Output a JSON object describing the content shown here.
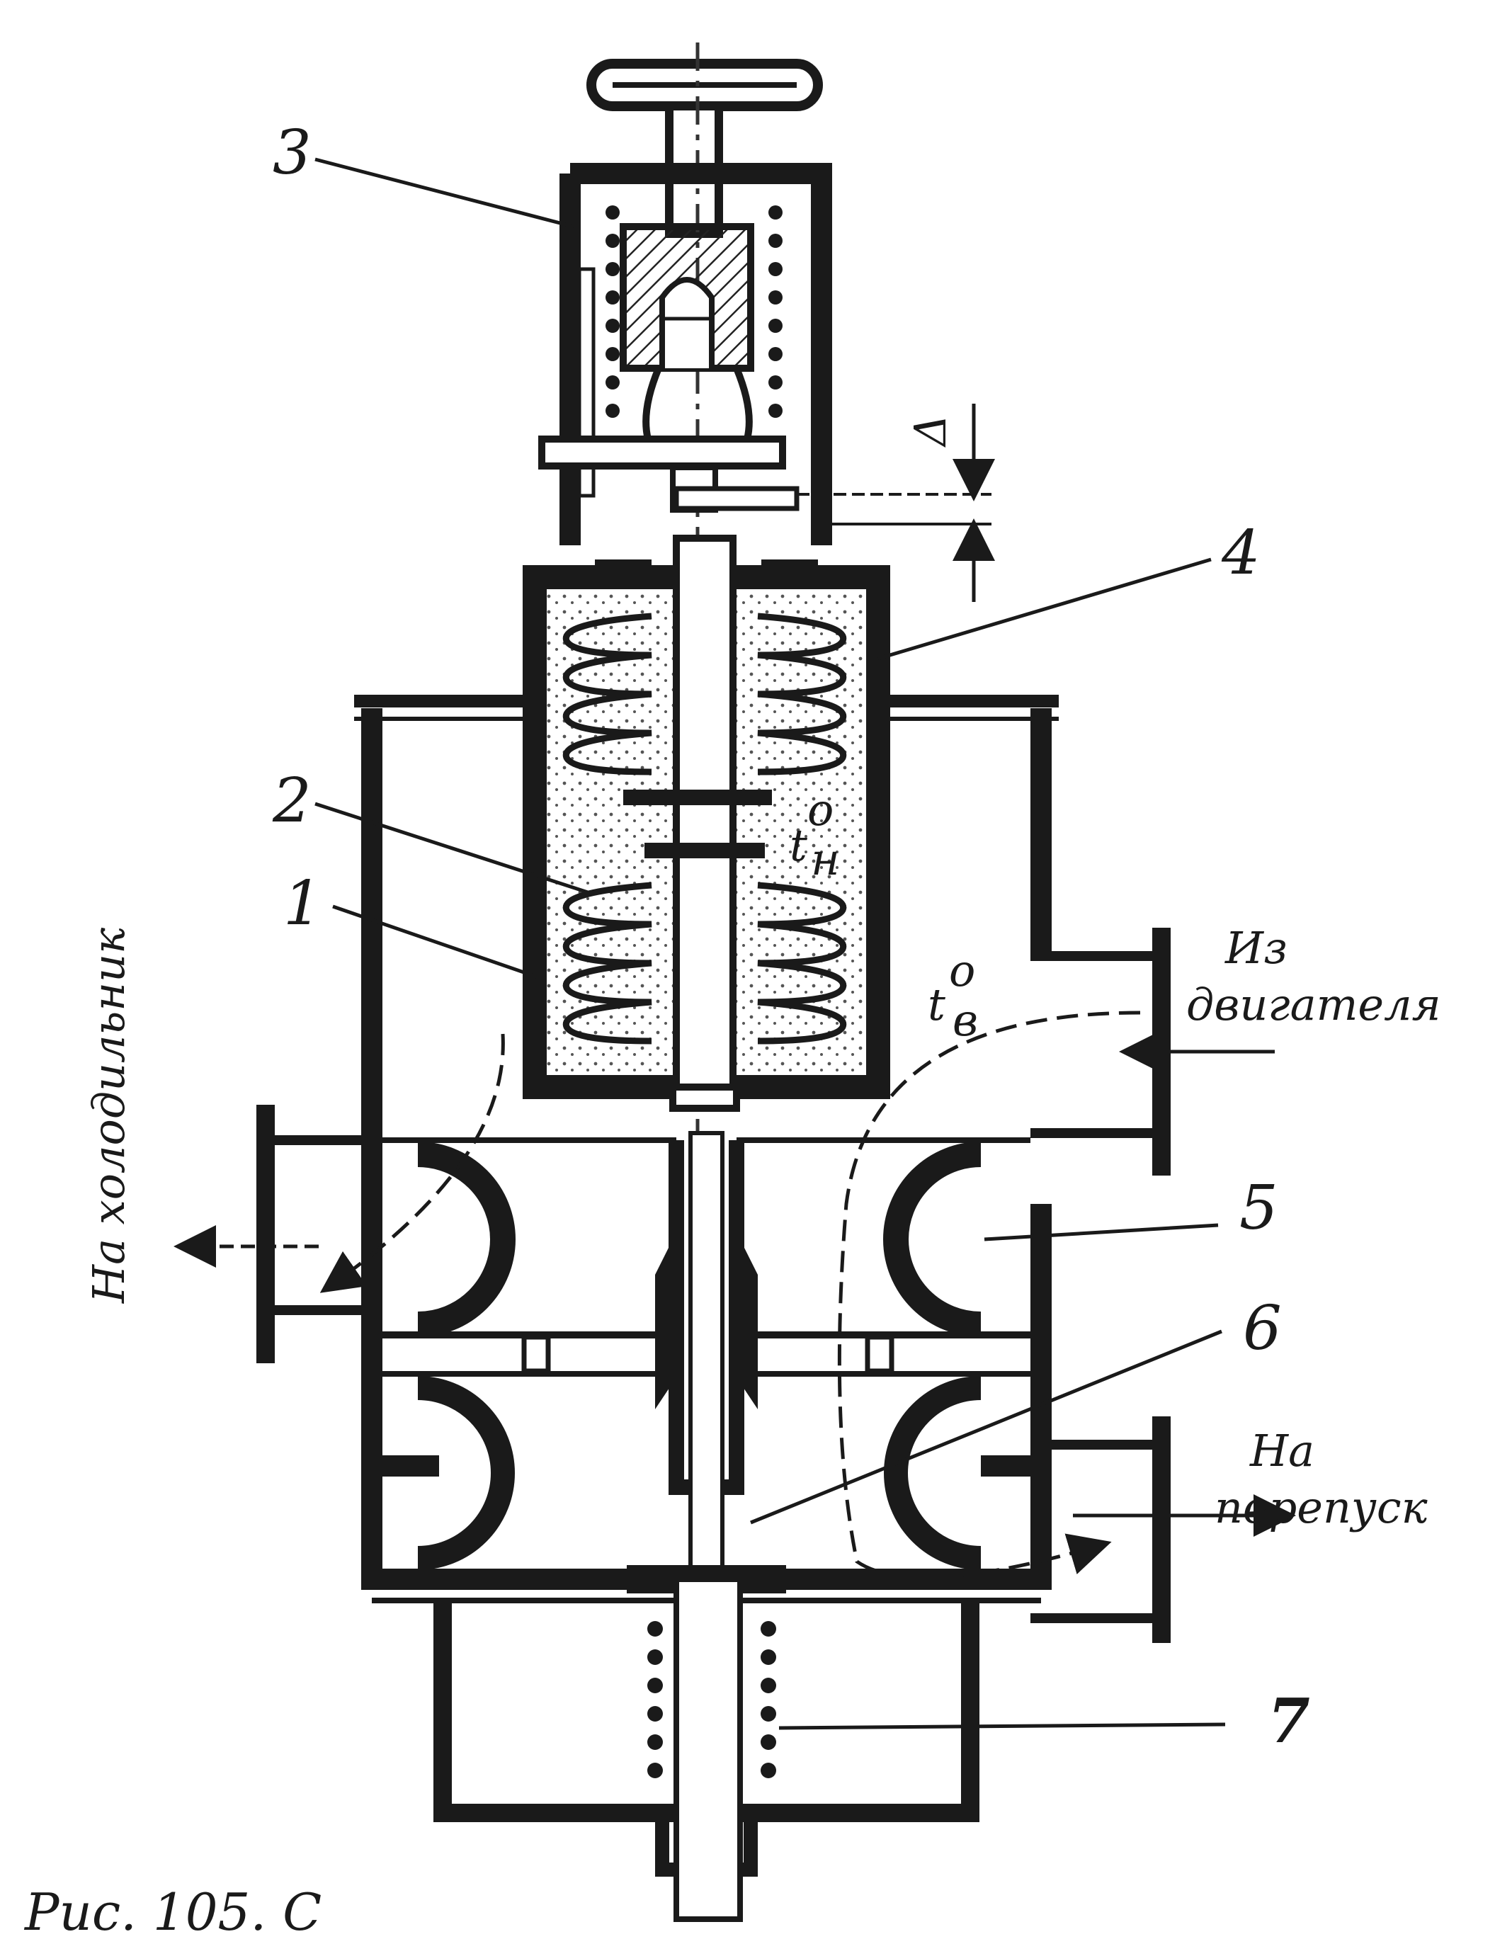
{
  "labels": {
    "part_1": "1",
    "part_2": "2",
    "part_3": "3",
    "part_4": "4",
    "part_5": "5",
    "part_6": "6",
    "part_7": "7",
    "gap_delta": "Δ",
    "temp_inner_base": "t",
    "temp_inner_sub": "н",
    "temp_water_base": "t",
    "temp_water_sub": "в",
    "degree": "o"
  },
  "flows": {
    "inlet": "Из двигателя",
    "inlet_line1": "Из",
    "inlet_line2": "двигателя",
    "to_radiator": "На холодильник",
    "bypass_line1": "На",
    "bypass_line2": "перепуск"
  },
  "caption": {
    "visible_fragment": "Рис. 105. С"
  }
}
